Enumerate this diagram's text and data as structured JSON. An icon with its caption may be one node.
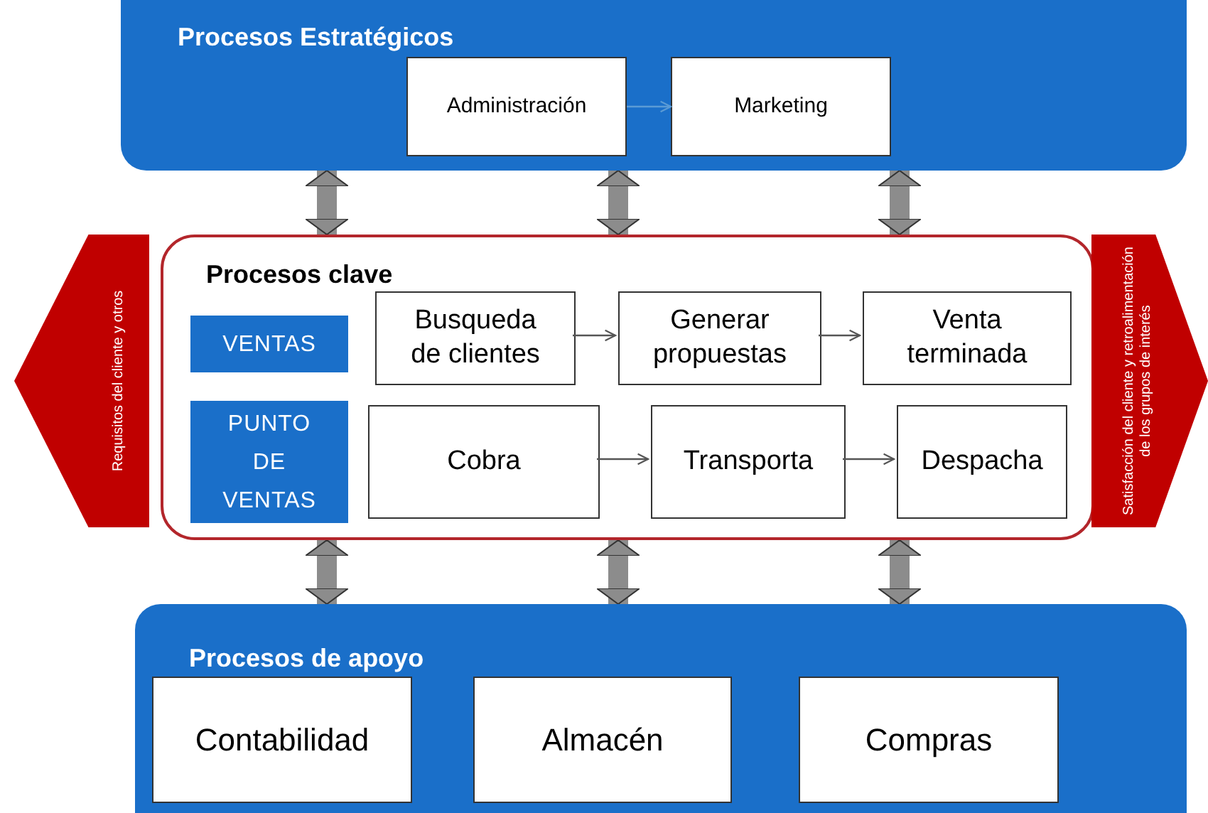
{
  "diagram": {
    "nodes": [
      {
        "text": [
          "Procesos Estratégicos"
        ]
      },
      {
        "text": [
          "Administración"
        ],
        "in": 0
      },
      {
        "text": [
          "Marketing"
        ],
        "in": 0
      },
      {
        "text": [
          "Procesos clave"
        ]
      },
      {
        "text": [
          "VENTAS"
        ],
        "in": 3
      },
      {
        "text": [
          "Busqueda de clientes"
        ],
        "in": 3
      },
      {
        "text": [
          "Generar propuestas"
        ],
        "in": 3
      },
      {
        "text": [
          "Venta terminada"
        ],
        "in": 3
      },
      {
        "text": [
          "PUNTO DE VENTAS"
        ],
        "in": 3
      },
      {
        "text": [
          "Cobra"
        ],
        "in": 3
      },
      {
        "text": [
          "Transporta"
        ],
        "in": 3
      },
      {
        "text": [
          "Despacha"
        ],
        "in": 3
      },
      {
        "text": [
          "Procesos de apoyo"
        ]
      },
      {
        "text": [
          "Contabilidad"
        ],
        "in": 12
      },
      {
        "text": [
          "Almacén"
        ],
        "in": 12
      },
      {
        "text": [
          "Compras"
        ],
        "in": 12
      },
      {
        "text": [
          "Requisitos del cliente y otros"
        ]
      },
      {
        "text": [
          "Satisfacción del cliente y retroalimentación de los grupos de interés"
        ]
      }
    ],
    "edges": [
      {
        "from": 1,
        "to": 2,
        "arrow": "to",
        "color": "#5b9bd5"
      },
      {
        "from": 5,
        "to": 6,
        "arrow": "to"
      },
      {
        "from": 6,
        "to": 7,
        "arrow": "to"
      },
      {
        "from": 9,
        "to": 10,
        "arrow": "to"
      },
      {
        "from": 10,
        "to": 11,
        "arrow": "to"
      },
      {
        "from": 0,
        "to": 3,
        "arrow": "both",
        "color": "#8c8c8c"
      },
      {
        "from": 0,
        "to": 3,
        "arrow": "both",
        "color": "#8c8c8c"
      },
      {
        "from": 0,
        "to": 3,
        "arrow": "both",
        "color": "#8c8c8c"
      },
      {
        "from": 3,
        "to": 12,
        "arrow": "both",
        "color": "#8c8c8c"
      },
      {
        "from": 3,
        "to": 12,
        "arrow": "both",
        "color": "#8c8c8c"
      },
      {
        "from": 3,
        "to": 12,
        "arrow": "both",
        "color": "#8c8c8c"
      }
    ]
  }
}
